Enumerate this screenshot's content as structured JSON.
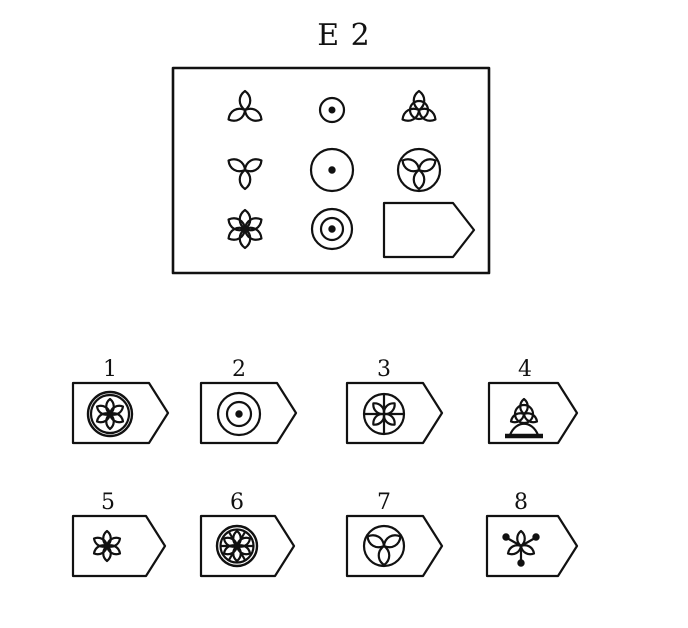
{
  "title": "E 2",
  "options": [
    {
      "label": "1"
    },
    {
      "label": "2"
    },
    {
      "label": "3"
    },
    {
      "label": "4"
    },
    {
      "label": "5"
    },
    {
      "label": "6"
    },
    {
      "label": "7"
    },
    {
      "label": "8"
    }
  ]
}
